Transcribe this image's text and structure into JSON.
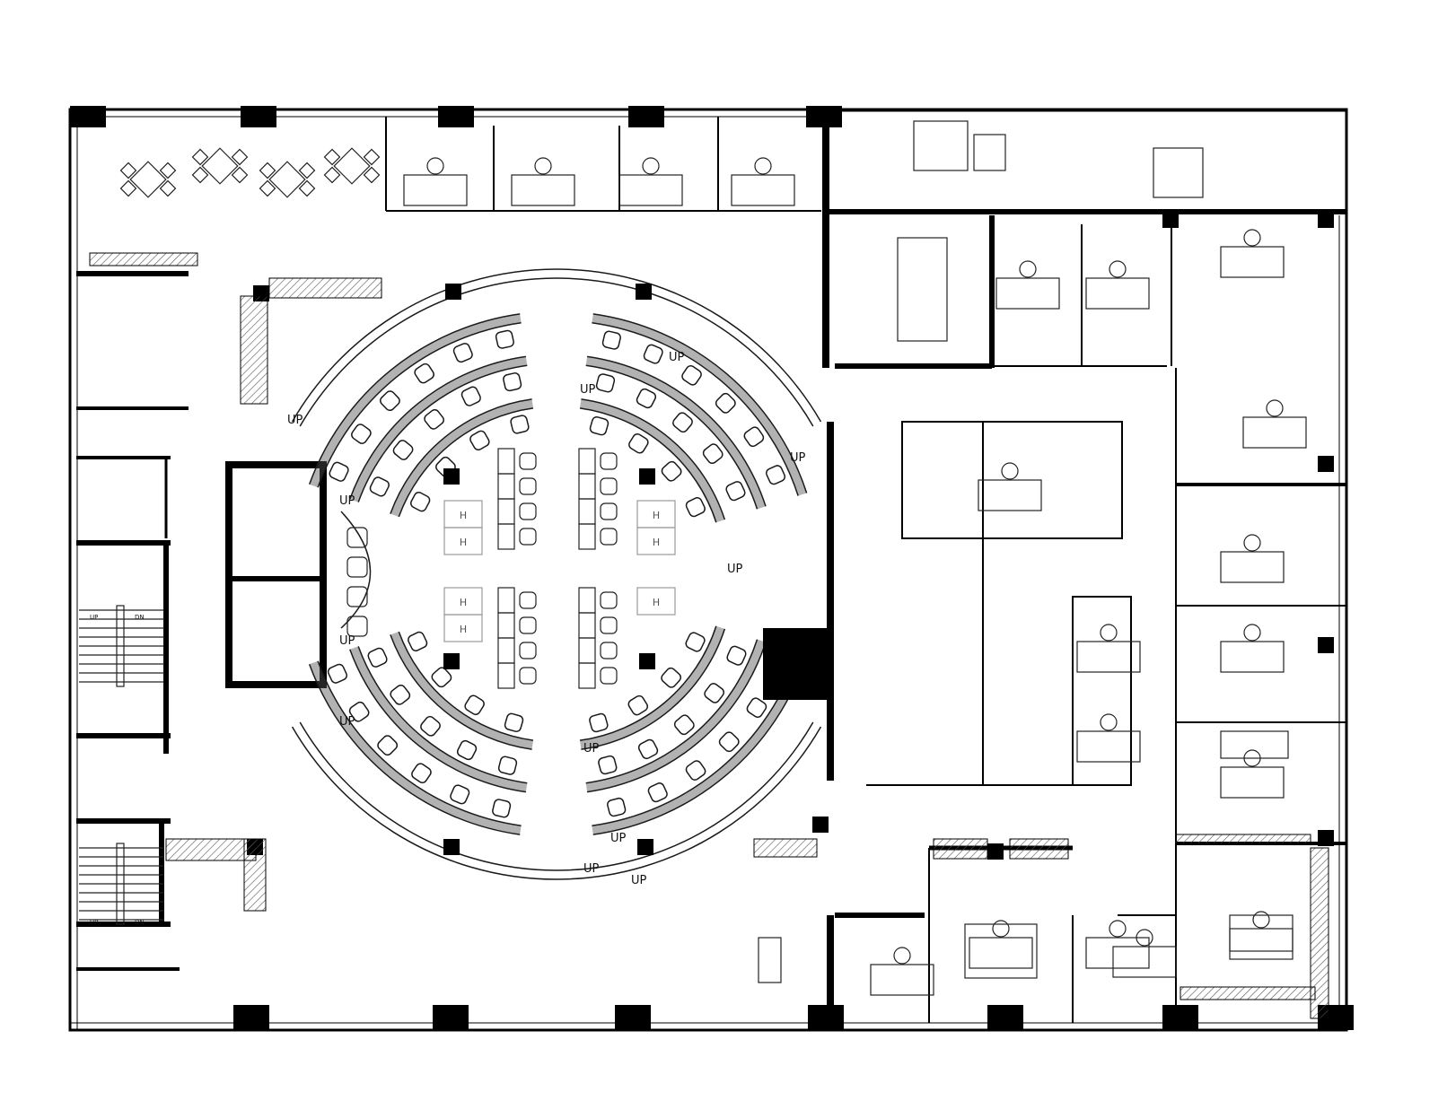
{
  "labels": {
    "up": "UP",
    "dn": "DN",
    "handicap_seat": "H"
  },
  "colors": {
    "wall": "#000000",
    "line": "#1a1a1a",
    "hatch": "#555555",
    "background": "#ffffff"
  }
}
